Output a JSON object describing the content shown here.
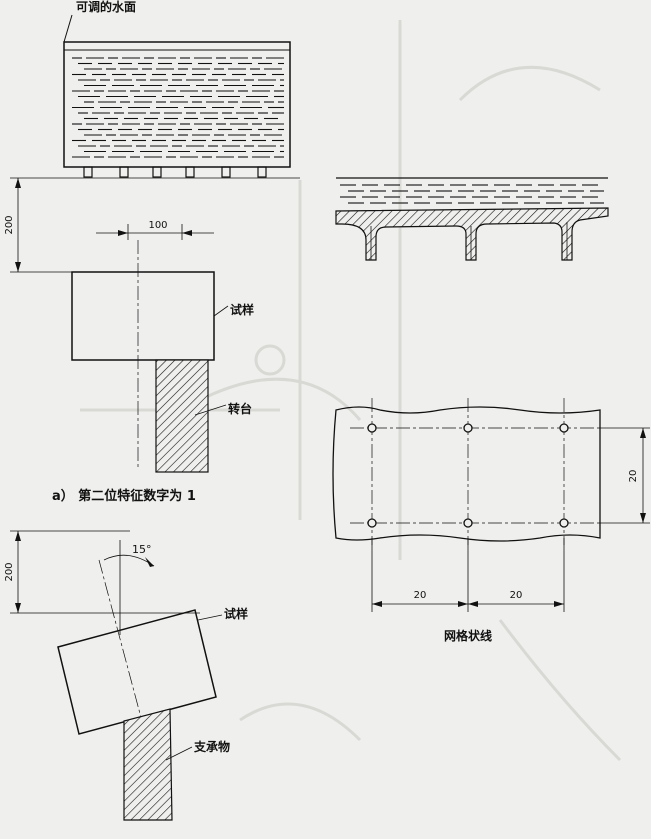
{
  "labels": {
    "water_surface": "可调的水面",
    "dim_200_a": "200",
    "dim_100": "100",
    "specimen_a": "试样",
    "turntable": "转台",
    "caption_a": "a）  第二位特征数字为 1",
    "dim_200_b": "200",
    "angle_15": "15°",
    "specimen_b": "试样",
    "support": "支承物",
    "dim_20_v": "20",
    "dim_20_h1": "20",
    "dim_20_h2": "20",
    "grid_caption": "网格状线"
  },
  "colors": {
    "ink": "#111111",
    "paper": "#efefed",
    "watermark": "#d8d8d4"
  }
}
